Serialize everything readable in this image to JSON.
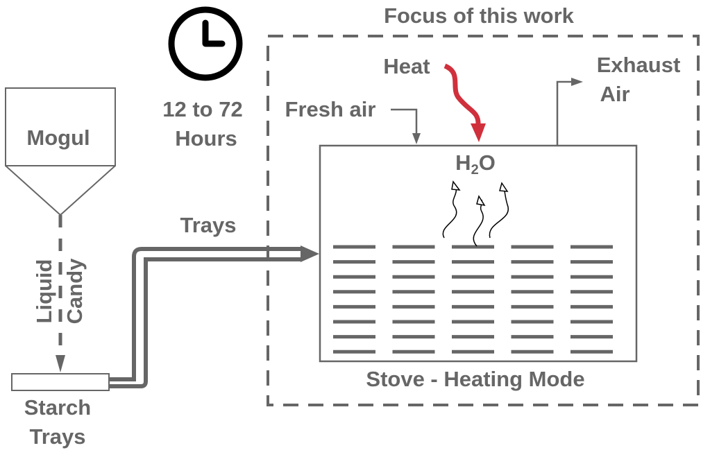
{
  "colors": {
    "primary": "#666666",
    "heat": "#d0303c",
    "clock": "#000000"
  },
  "labels": {
    "focus": "Focus of this work",
    "duration_line1": "12 to 72",
    "duration_line2": "Hours",
    "mogul": "Mogul",
    "liquid": "Liquid",
    "candy": "Candy",
    "starch_line1": "Starch",
    "starch_line2": "Trays",
    "trays": "Trays",
    "fresh_air": "Fresh air",
    "heat": "Heat",
    "exhaust_line1": "Exhaust",
    "exhaust_line2": "Air",
    "h2o_h": "H",
    "h2o_sub": "2",
    "h2o_o": "O",
    "stove": "Stove - Heating Mode"
  },
  "icons": {
    "clock": "clock-icon"
  },
  "stove": {
    "tray_columns": 5,
    "tray_rows": 8
  }
}
